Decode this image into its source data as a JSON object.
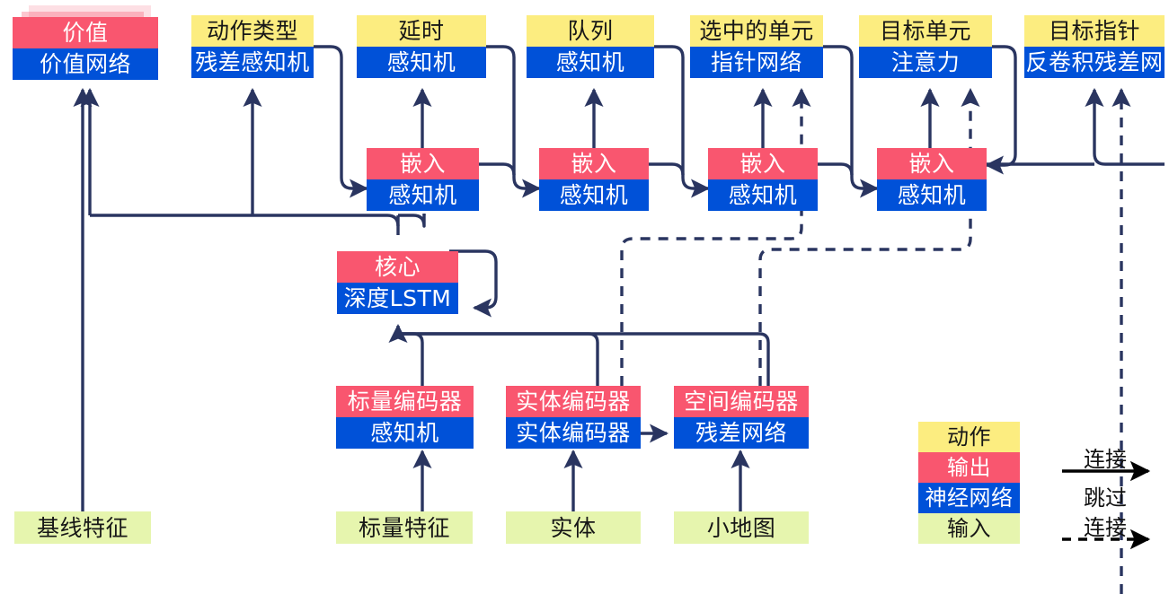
{
  "diagram": {
    "title": "Agent network architecture",
    "colors": {
      "action": "#fced80",
      "output": "#f9566f",
      "network": "#0051d8",
      "input": "#e6f5ae",
      "wire": "#2a3560",
      "legend_arrow": "#000000",
      "background": "#ffffff"
    }
  },
  "heads": [
    {
      "id": "value",
      "action_label": "价值",
      "net_label": "价值网络",
      "top_band": "output"
    },
    {
      "id": "action-type",
      "action_label": "动作类型",
      "net_label": "残差感知机",
      "top_band": "action"
    },
    {
      "id": "delay",
      "action_label": "延时",
      "net_label": "感知机",
      "top_band": "action"
    },
    {
      "id": "queue",
      "action_label": "队列",
      "net_label": "感知机",
      "top_band": "action"
    },
    {
      "id": "selected-units",
      "action_label": "选中的单元",
      "net_label": "指针网络",
      "top_band": "action"
    },
    {
      "id": "target-unit",
      "action_label": "目标单元",
      "net_label": "注意力",
      "top_band": "action"
    },
    {
      "id": "target-point",
      "action_label": "目标指针",
      "net_label": "反卷积残差网",
      "top_band": "action"
    }
  ],
  "embeddings": [
    {
      "id": "embed-1",
      "output_label": "嵌入",
      "net_label": "感知机"
    },
    {
      "id": "embed-2",
      "output_label": "嵌入",
      "net_label": "感知机"
    },
    {
      "id": "embed-3",
      "output_label": "嵌入",
      "net_label": "感知机"
    },
    {
      "id": "embed-4",
      "output_label": "嵌入",
      "net_label": "感知机"
    }
  ],
  "core": {
    "id": "core",
    "output_label": "核心",
    "net_label": "深度LSTM"
  },
  "encoders": [
    {
      "id": "scalar-encoder",
      "output_label": "标量编码器",
      "net_label": "感知机"
    },
    {
      "id": "entity-encoder",
      "output_label": "实体编码器",
      "net_label": "实体编码器"
    },
    {
      "id": "spatial-encoder",
      "output_label": "空间编码器",
      "net_label": "残差网络"
    }
  ],
  "inputs": [
    {
      "id": "baseline-features",
      "label": "基线特征"
    },
    {
      "id": "scalar-features",
      "label": "标量特征"
    },
    {
      "id": "entities",
      "label": "实体"
    },
    {
      "id": "minimap",
      "label": "小地图"
    }
  ],
  "legend": {
    "swatches": [
      {
        "id": "legend-action",
        "label": "动作",
        "band": "action"
      },
      {
        "id": "legend-output",
        "label": "输出",
        "band": "output"
      },
      {
        "id": "legend-network",
        "label": "神经网络",
        "band": "net"
      },
      {
        "id": "legend-input",
        "label": "输入",
        "band": "input"
      }
    ],
    "connection_label": "连接",
    "skip_label_line1": "跳过",
    "skip_label_line2": "连接"
  }
}
